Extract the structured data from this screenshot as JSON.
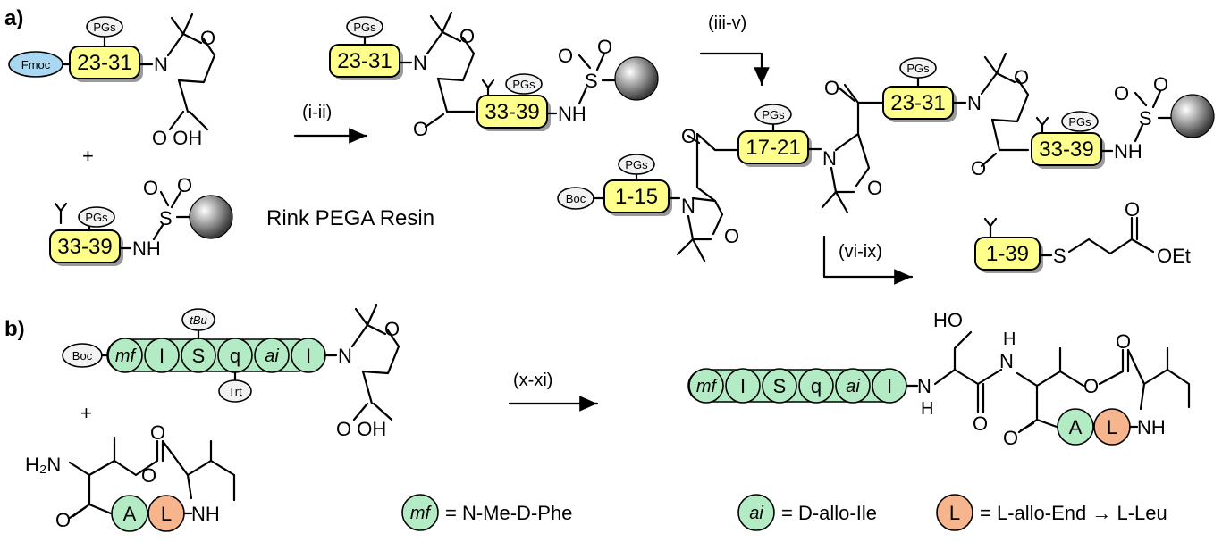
{
  "panel_a": {
    "label": "a)",
    "seg_23_31": "23-31",
    "seg_33_39": "33-39",
    "seg_17_21": "17-21",
    "seg_1_15": "1-15",
    "seg_1_39": "1-39",
    "pgs": "PGs",
    "fmoc": "Fmoc",
    "boc": "Boc",
    "resin_name": "Rink PEGA Resin",
    "step_1": "(i-ii)",
    "step_2": "(iii-v)",
    "step_3": "(vi-ix)",
    "plus": "+",
    "atoms": {
      "N": "N",
      "O": "O",
      "OH": "O  OH",
      "NH": "NH",
      "S": "S",
      "OEt": "OEt"
    }
  },
  "panel_b": {
    "label": "b)",
    "boc": "Boc",
    "tbu": "tBu",
    "trt": "Trt",
    "residues": [
      "mf",
      "I",
      "S",
      "q",
      "ai",
      "I"
    ],
    "step": "(x-xi)",
    "plus": "+",
    "h2n": "H₂N",
    "ho": "HO",
    "A": "A",
    "L": "L",
    "legend": [
      {
        "sym": "mf",
        "text": "= N-Me-D-Phe"
      },
      {
        "sym": "ai",
        "text": "= D-allo-Ile"
      },
      {
        "sym": "L",
        "text": "= L-allo-End → L-Leu"
      }
    ]
  },
  "colors": {
    "yellow": "#ffff8c",
    "green": "#b3ecc4",
    "orange": "#f6b58d",
    "blue": "#a9d8f2"
  }
}
